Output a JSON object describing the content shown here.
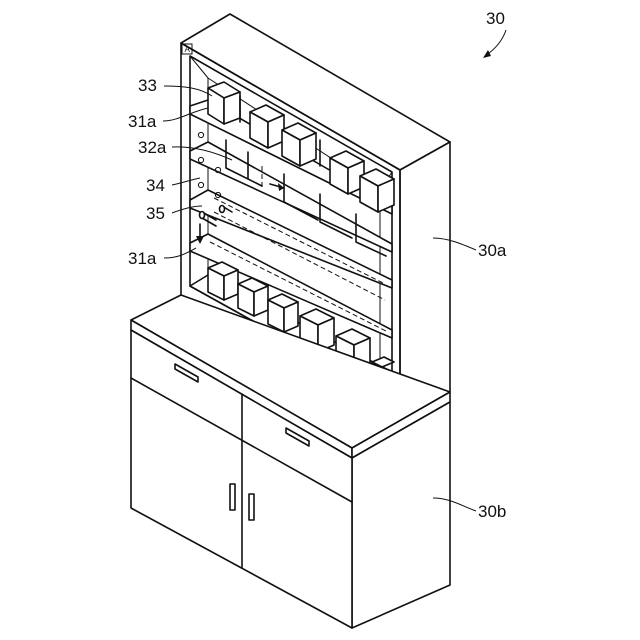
{
  "figure": {
    "reference_numeral": "30",
    "corner_mark": "A",
    "labels": {
      "box": "33",
      "shelf_upper": "31a",
      "partition": "32a",
      "pin_holes": "34",
      "pin": "35",
      "shelf_lower": "31a",
      "upper_cabinet": "30a",
      "lower_cabinet": "30b"
    }
  }
}
